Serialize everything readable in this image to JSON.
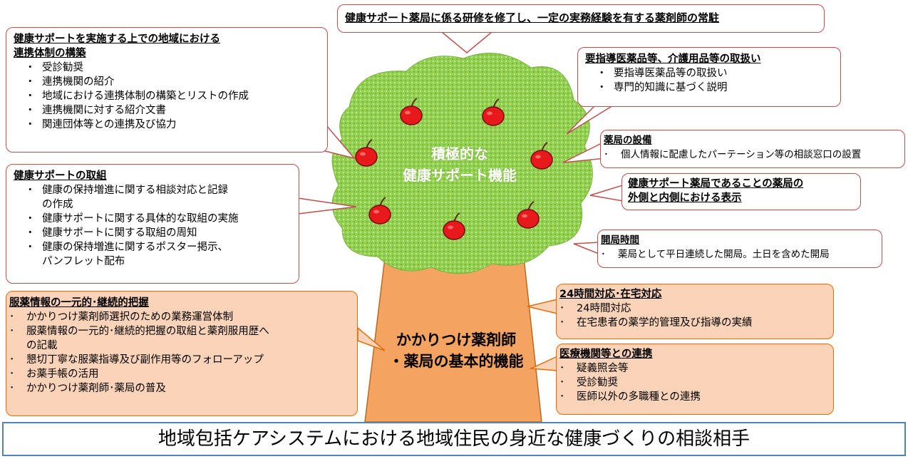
{
  "top_banner": "健康サポート薬局に係る研修を修了し、一定の実務経験を有する薬剤師の常駐",
  "crown_label": [
    "積極的な",
    "健康サポート機能"
  ],
  "trunk_label": [
    "かかりつけ薬剤師",
    "・薬局の基本的機能"
  ],
  "regional_cooperation": {
    "title": [
      "健康サポートを実施する上での地域における",
      "連携体制の構築"
    ],
    "items": [
      "受診勧奨",
      "連携機関の紹介",
      "地域における連携体制の構築とリストの作成",
      "連携機関に対する紹介文書",
      "関連団体等との連携及び協力"
    ]
  },
  "health_support_efforts": {
    "title": "健康サポートの取組",
    "items": [
      "健康の保持増進に関する相談対応と記録\nの作成",
      "健康サポートに関する具体的な取組の実施",
      "健康サポートに関する取組の周知",
      "健康の保持増進に関するポスター掲示、\nパンフレット配布"
    ]
  },
  "medicine_handling": {
    "title": "要指導医薬品等、介護用品等の取扱い",
    "items": [
      "要指導医薬品等の取扱い",
      "専門的知識に基づく説明"
    ]
  },
  "facilities": {
    "title": "薬局の設備",
    "items": [
      "個人情報に配慮したパーテーション等の相談窓口の設置"
    ]
  },
  "signage": {
    "title": [
      "健康サポート薬局であることの薬局の",
      "外側と内側における表示"
    ]
  },
  "opening_hours": {
    "title": "開局時間",
    "items": [
      "薬局として平日連続した開局。土日を含めた開局"
    ]
  },
  "medication_info": {
    "title": "服薬情報の一元的･継続的把握",
    "items": [
      "かかりつけ薬剤師選択のための業務運営体制",
      "服薬情報の一元的･継続的把握の取組と薬剤服用歴へ\nの記載",
      "懇切丁寧な服薬指導及び副作用等のフォローアップ",
      "お薬手帳の活用",
      "かかりつけ薬剤師･薬局の普及"
    ]
  },
  "around_the_clock": {
    "title": "24時間対応･在宅対応",
    "items": [
      "24時間対応",
      "在宅患者の薬学的管理及び指導の実績"
    ]
  },
  "medical_cooperation": {
    "title": "医療機関等との連携",
    "items": [
      "疑義照会等",
      "受診勧奨",
      "医師以外の多職種との連携"
    ]
  },
  "bottom_banner": "地域包括ケアシステムにおける地域住民の身近な健康づくりの相談相手",
  "colors": {
    "crown": "#92d050",
    "crown_dots": "#c6e8a0",
    "trunk": "#f4a460",
    "trunk_border": "#b96a20",
    "apple": "#e8191b",
    "apple_border": "#7a0a0a",
    "callout_border": "#c0504d",
    "orange_fill": "#fad3b8",
    "orange_border": "#e46c0a",
    "bottom_border": "#4f81bd"
  }
}
